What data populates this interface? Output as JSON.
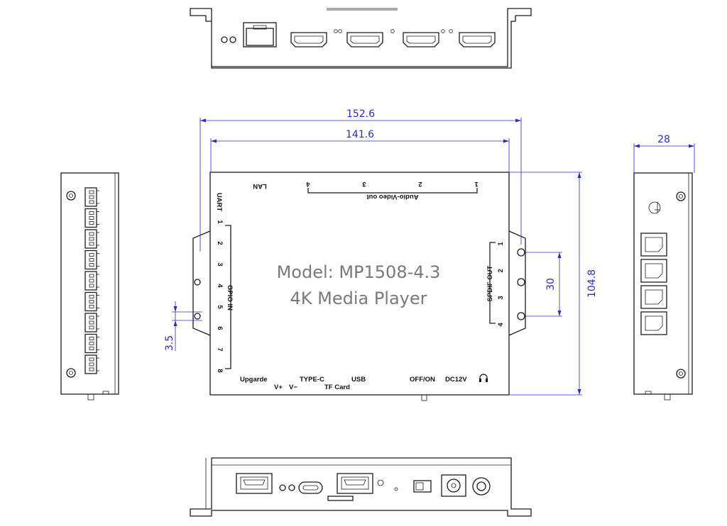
{
  "title": {
    "model": "Model: MP1508-4.3",
    "subtitle": "4K Media Player"
  },
  "dimensions": {
    "overall_width": "152.6",
    "inner_width": "141.6",
    "depth": "104.8",
    "side_depth": "28",
    "hole_spacing": "30",
    "hole_offset": "3.5"
  },
  "top_labels": {
    "lan": "LAN",
    "audio_video_out": "Audio-Video out",
    "ports": [
      "4",
      "3",
      "2",
      "1"
    ]
  },
  "left_labels": {
    "uart": "UART",
    "gpio_in": "GPIO IN",
    "pins": [
      "1",
      "2",
      "3",
      "4",
      "5",
      "6",
      "7",
      "8"
    ]
  },
  "right_labels": {
    "spdif_out": "SPDIF OUT",
    "ports": [
      "1",
      "2",
      "3",
      "4"
    ]
  },
  "bottom_labels": {
    "upgrade": "Upgarde",
    "v_plus": "V+",
    "v_minus": "V−",
    "type_c": "TYPE-C",
    "tf_card": "TF Card",
    "usb": "USB",
    "off_on": "OFF/ON",
    "dc12v": "DC12V"
  },
  "icons": {
    "headphone": "headphone-icon",
    "ground": "ground-icon"
  }
}
